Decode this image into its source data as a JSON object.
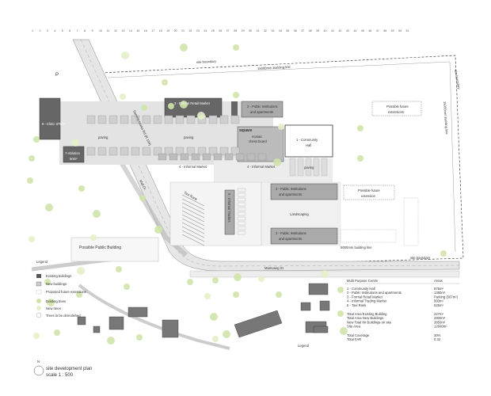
{
  "grid_numbers": [
    "1",
    "2",
    "3",
    "4",
    "5",
    "6",
    "7",
    "8",
    "9",
    "10",
    "11",
    "12",
    "13",
    "14",
    "15",
    "16",
    "17",
    "18",
    "19",
    "20",
    "21",
    "22",
    "23",
    "24",
    "25",
    "26",
    "27",
    "28",
    "29",
    "30",
    "31",
    "32",
    "33",
    "34",
    "35",
    "36",
    "37",
    "38",
    "39",
    "40",
    "41",
    "42",
    "43",
    "44",
    "45",
    "46",
    "47",
    "48",
    "49",
    "50",
    "51"
  ],
  "labels": {
    "p": "P",
    "site_boundary_top": "site boundary",
    "building_line_top": "15000mm building line",
    "site_boundary_right": "site boundary",
    "building_line_right": "15000mm building line",
    "clinic": "6 - Clinic\n375m²",
    "formal_retail": "3 - Formal Retail Market",
    "public_inst_top": "2 - Public Institutions",
    "public_inst_top_sub": "and apartments",
    "possible_future_top": "Possible future",
    "possible_future_top_sub": "extensions",
    "paving_left": "paving",
    "paving_mid": "paving",
    "square": "square",
    "mosaic": "mosaic",
    "chess_board": "chess board",
    "community_hall": "1 - Community",
    "community_hall_sub": "Hall",
    "informal_market": "4 - Informal Market",
    "paving_right": "paving",
    "abutton": "7-Ablution",
    "abutton_sub": "50m²",
    "road_diagonal": "Sammy Marks Rd (R 104)",
    "road_side": "Mall Dr.",
    "taxi_rank": "Taxi Rank",
    "informal_traders": "5 - Informal Traders",
    "public_inst_mid": "2 - Public Institutions",
    "public_inst_mid_sub": "and apartments",
    "possible_future_mid": "Possible future",
    "possible_future_mid_sub": "extension",
    "landscaping": "Landscaping",
    "public_inst_bot": "2 - Public Institutions",
    "public_inst_bot_sub": "and apartments",
    "building_line_bot": "5000mm building line",
    "site_boundary_bot": "site boundary",
    "possible_public_building": "Possible Public Building",
    "mamuang_st": "Mamuang St",
    "plan_title": "site development plan",
    "plan_scale": "scale 1 : 500",
    "north": "N",
    "legend_bottom": "Legend"
  },
  "legend": {
    "title": "Legend",
    "items": [
      "Existing buildings",
      "New buildings",
      "Proposed future extensions",
      "Existing trees",
      "New trees",
      "Trees to be demolished"
    ]
  },
  "schedule": {
    "header_left": "Multi Purpose Centre",
    "header_right": "Areas",
    "rows": [
      {
        "name": "1 - Community Hall",
        "area": "975m²"
      },
      {
        "name": "2 - Public Institutions and apartments",
        "area": "1380m²"
      },
      {
        "name": "3 - Formal Retail Market",
        "area": "Parking (567m²)"
      },
      {
        "name": "4 - Informal Trading Market",
        "area": "500m²"
      },
      {
        "name": "5 - Taxi Rank",
        "area": "525m²"
      }
    ],
    "totals": [
      {
        "name": "Total Area Existing Building",
        "area": "227m²"
      },
      {
        "name": "Total Area New Buildings",
        "area": "2800m²"
      },
      {
        "name": "New Total for Buildings on site",
        "area": "3850m²"
      },
      {
        "name": "Site Area",
        "area": "12600m²"
      }
    ],
    "coverage": [
      {
        "name": "Total Coverage",
        "area": "30%"
      },
      {
        "name": "Total FAR",
        "area": "0.32"
      }
    ]
  },
  "colors": {
    "existing_building": "#555555",
    "new_building": "#a8a8a8",
    "tree": "#cfe3a8",
    "road": "#b9b9b9",
    "paving": "#d9d9d9"
  }
}
